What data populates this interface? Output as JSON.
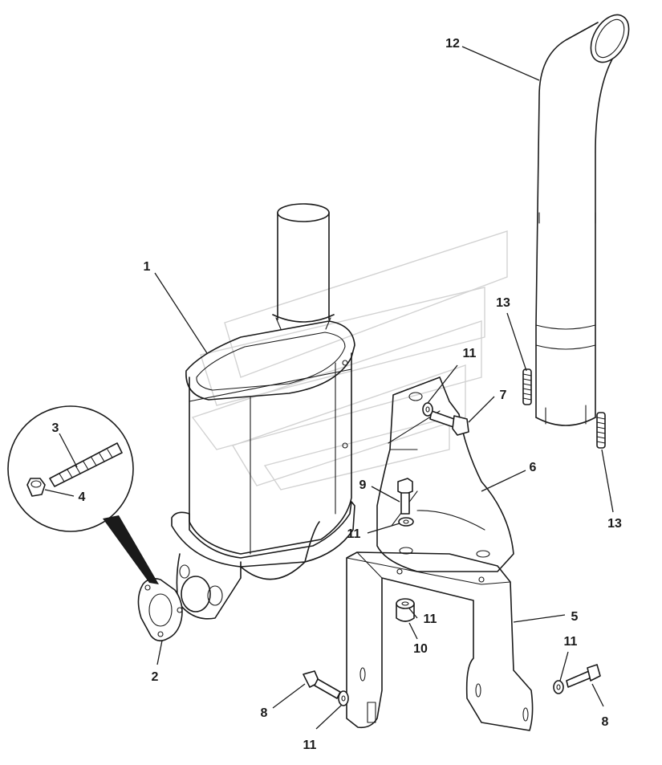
{
  "callouts": {
    "c1": "1",
    "c2": "2",
    "c3": "3",
    "c4": "4",
    "c5": "5",
    "c6": "6",
    "c7": "7",
    "c8a": "8",
    "c8b": "8",
    "c9": "9",
    "c10": "10",
    "c11a": "11",
    "c11b": "11",
    "c11c": "11",
    "c11d": "11",
    "c11e": "11",
    "c12": "12",
    "c13a": "13",
    "c13b": "13"
  }
}
